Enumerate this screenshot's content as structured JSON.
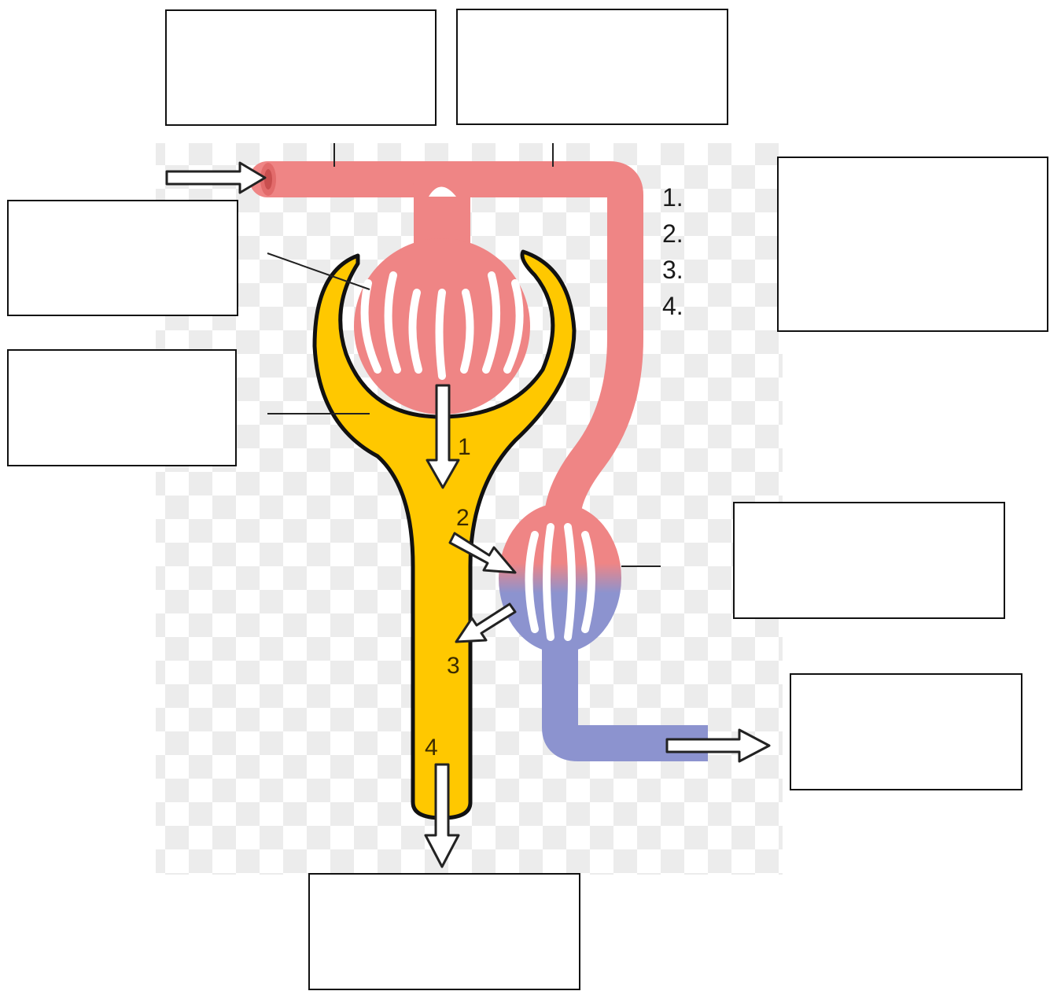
{
  "diagram": {
    "list_numbers": [
      "1.",
      "2.",
      "3.",
      "4."
    ],
    "step_markers": [
      "1",
      "2",
      "3",
      "4"
    ],
    "colors": {
      "blood_oxygenated": "#ef8585",
      "blood_deoxygenated": "#8c93cf",
      "tubule": "#ffc800",
      "outline": "#111111",
      "arrow_fill": "#ffffff"
    },
    "answer_boxes": [
      {
        "id": "top-left",
        "text": ""
      },
      {
        "id": "top-right",
        "text": ""
      },
      {
        "id": "left-upper",
        "text": ""
      },
      {
        "id": "left-lower",
        "text": ""
      },
      {
        "id": "right-list",
        "text": ""
      },
      {
        "id": "right-middle",
        "text": ""
      },
      {
        "id": "right-lower",
        "text": ""
      },
      {
        "id": "bottom",
        "text": ""
      }
    ]
  }
}
